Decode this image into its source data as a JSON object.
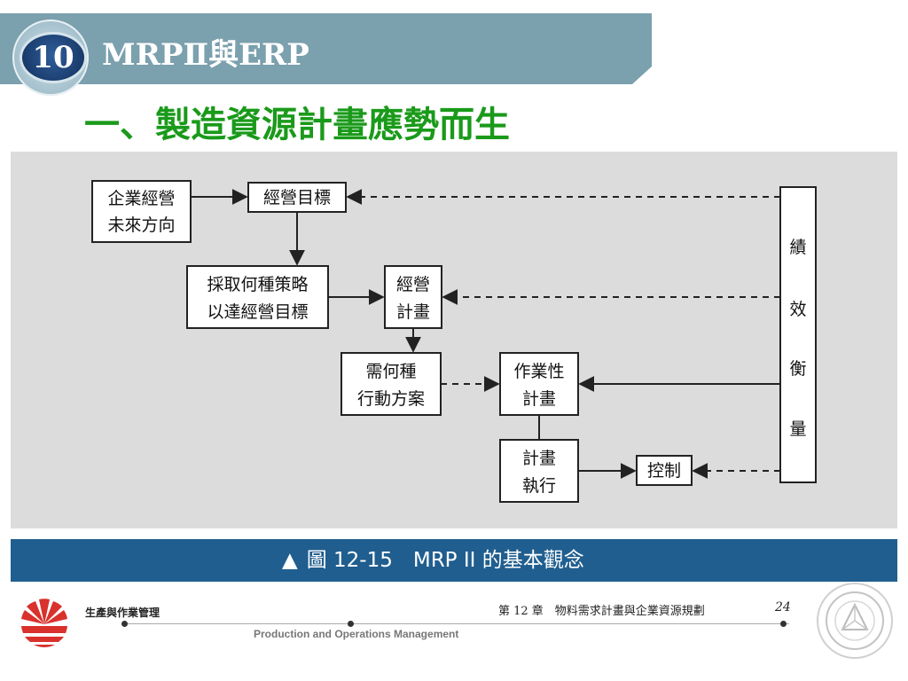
{
  "header": {
    "chapter_number": "10",
    "chapter_title": "MRPⅡ與ERP"
  },
  "page_heading": "一、製造資源計畫應勢而生",
  "diagram": {
    "nodes": {
      "business_direction": [
        "企業經營",
        "未來方向"
      ],
      "business_goal": [
        "經營目標"
      ],
      "strategy": [
        "採取何種策略",
        "以達經營目標"
      ],
      "business_plan": [
        "經營",
        "計畫"
      ],
      "action_plan": [
        "需何種",
        "行動方案"
      ],
      "operational_plan": [
        "作業性",
        "計畫"
      ],
      "plan_execution": [
        "計畫",
        "執行"
      ],
      "control": [
        "控制"
      ],
      "performance": [
        "績",
        "效",
        "衡",
        "量"
      ]
    },
    "colors": {
      "box_border": "#222222",
      "box_fill": "#ffffff",
      "panel": "#dcdcdc"
    }
  },
  "caption": {
    "marker": "▲",
    "text": "圖 12-15　MRP II 的基本觀念"
  },
  "footer": {
    "brand_name": "生產與作業管理",
    "brand_english": "Production and Operations Management",
    "chapter_text": "第 12 章　物料需求計畫與企業資源規劃",
    "page_number": "24"
  }
}
